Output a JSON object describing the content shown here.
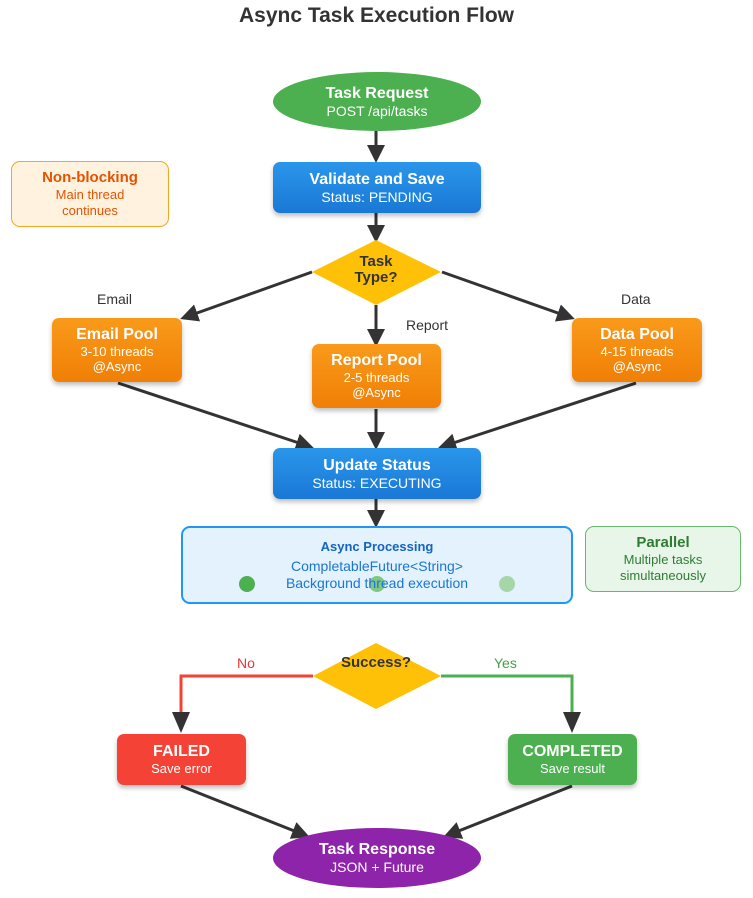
{
  "title": "Async Task Execution Flow",
  "nodes": {
    "task_request": {
      "title": "Task Request",
      "subtitle": "POST /api/tasks"
    },
    "validate": {
      "title": "Validate and Save",
      "subtitle": "Status: PENDING"
    },
    "task_type": {
      "line1": "Task",
      "line2": "Type?"
    },
    "email_pool": {
      "title": "Email Pool",
      "line1": "3-10 threads",
      "line2": "@Async"
    },
    "report_pool": {
      "title": "Report Pool",
      "line1": "2-5 threads",
      "line2": "@Async"
    },
    "data_pool": {
      "title": "Data Pool",
      "line1": "4-15 threads",
      "line2": "@Async"
    },
    "update_status": {
      "title": "Update Status",
      "subtitle": "Status: EXECUTING"
    },
    "async_processing": {
      "title": "Async Processing",
      "line1": "CompletableFuture<String>",
      "line2": "Background thread execution"
    },
    "success": {
      "label": "Success?"
    },
    "failed": {
      "title": "FAILED",
      "subtitle": "Save error"
    },
    "completed": {
      "title": "COMPLETED",
      "subtitle": "Save result"
    },
    "task_response": {
      "title": "Task Response",
      "subtitle": "JSON + Future"
    }
  },
  "edge_labels": {
    "email": "Email",
    "report": "Report",
    "data": "Data",
    "no": "No",
    "yes": "Yes"
  },
  "notes": {
    "non_blocking": {
      "title": "Non-blocking",
      "line1": "Main thread",
      "line2": "continues"
    },
    "parallel": {
      "title": "Parallel",
      "line1": "Multiple tasks",
      "line2": "simultaneously"
    }
  },
  "colors": {
    "edge_dark": "#333333",
    "edge_no": "#f44336",
    "edge_yes": "#4caf50",
    "diamond": "#ffc107",
    "no_label": "#e53935",
    "yes_label": "#43a047",
    "dot_1": "#4caf50",
    "dot_2": "#81c784",
    "dot_3": "#a5d6a7"
  }
}
